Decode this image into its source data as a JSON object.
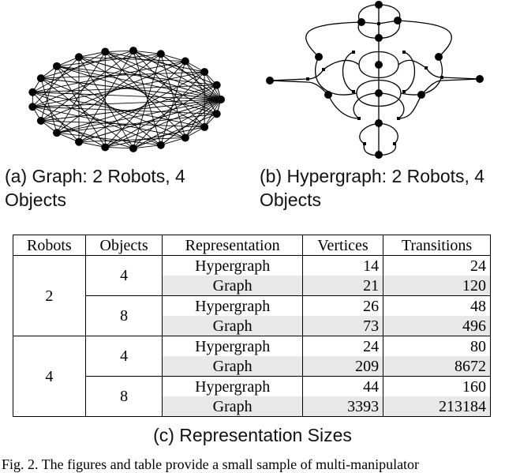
{
  "captions": {
    "a": "(a) Graph: 2 Robots, 4 Objects",
    "b": "(b) Hypergraph: 2 Robots, 4 Objects",
    "c": "(c) Representation Sizes"
  },
  "table": {
    "headers": [
      "Robots",
      "Objects",
      "Representation",
      "Vertices",
      "Transitions"
    ],
    "groups": [
      {
        "robots": "2",
        "subgroups": [
          {
            "objects": "4",
            "rows": [
              {
                "representation": "Hypergraph",
                "vertices": "14",
                "transitions": "24"
              },
              {
                "representation": "Graph",
                "vertices": "21",
                "transitions": "120"
              }
            ]
          },
          {
            "objects": "8",
            "rows": [
              {
                "representation": "Hypergraph",
                "vertices": "26",
                "transitions": "48"
              },
              {
                "representation": "Graph",
                "vertices": "73",
                "transitions": "496"
              }
            ]
          }
        ]
      },
      {
        "robots": "4",
        "subgroups": [
          {
            "objects": "4",
            "rows": [
              {
                "representation": "Hypergraph",
                "vertices": "24",
                "transitions": "80"
              },
              {
                "representation": "Graph",
                "vertices": "209",
                "transitions": "8672"
              }
            ]
          },
          {
            "objects": "8",
            "rows": [
              {
                "representation": "Hypergraph",
                "vertices": "44",
                "transitions": "160"
              },
              {
                "representation": "Graph",
                "vertices": "3393",
                "transitions": "213184"
              }
            ]
          }
        ]
      }
    ]
  },
  "footnote": "Fig. 2.   The figures and table provide a small sample of multi-manipulator"
}
